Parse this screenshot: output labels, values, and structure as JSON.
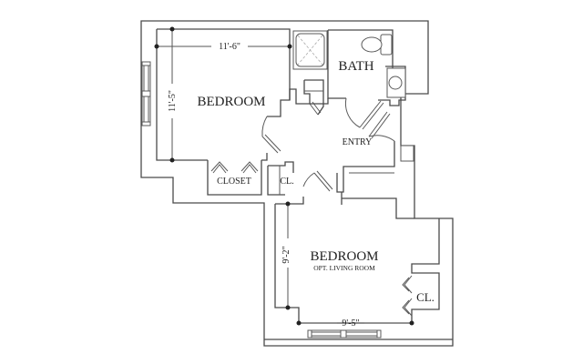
{
  "floor_plan": {
    "rooms": [
      {
        "id": "bedroom-1",
        "label": "BEDROOM",
        "width_dim": "11'-6\"",
        "height_dim": "11'-5\""
      },
      {
        "id": "bath",
        "label": "BATH"
      },
      {
        "id": "entry",
        "label": "ENTRY"
      },
      {
        "id": "closet-1",
        "label": "CLOSET"
      },
      {
        "id": "closet-2",
        "label": "CL."
      },
      {
        "id": "bedroom-2",
        "label": "BEDROOM",
        "sublabel": "OPT. LIVING ROOM",
        "width_dim": "9'-5\"",
        "height_dim": "9'-2\""
      },
      {
        "id": "closet-3",
        "label": "CL."
      }
    ],
    "colors": {
      "wall": "#4a4a4a",
      "background": "#ffffff",
      "text": "#222222"
    }
  }
}
